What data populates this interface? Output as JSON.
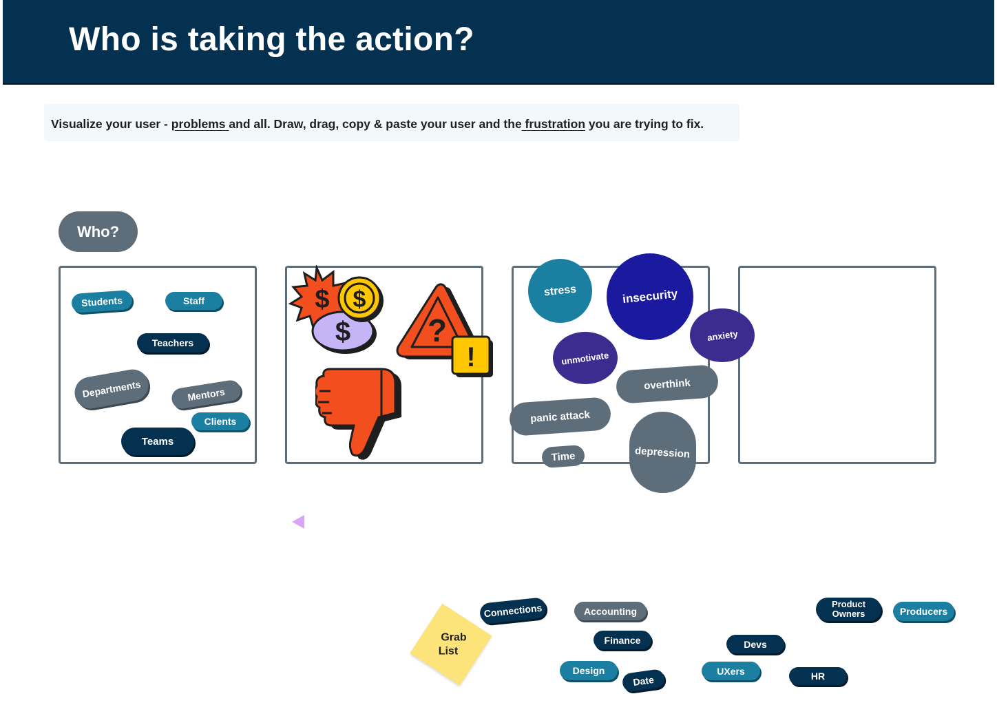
{
  "header": {
    "title": "Who is taking the action?"
  },
  "instructions": {
    "part1": "Visualize your user - ",
    "link1": " problems ",
    "part2": "and all. Draw, drag, copy & paste your user and the",
    "link2": " frustration",
    "part3": " you are trying to fix."
  },
  "who_label": "Who?",
  "frame1_tags": {
    "students": "Students",
    "staff": "Staff",
    "teachers": "Teachers",
    "departments": "Departments",
    "mentors": "Mentors",
    "clients": "Clients",
    "teams": "Teams"
  },
  "frame2": {
    "stickers": [
      "money-icon",
      "warning-icon",
      "thumbs-down-icon"
    ],
    "dollar": "$",
    "question": "?",
    "exclaim": "!"
  },
  "frame3_feelings": {
    "stress": "stress",
    "insecurity": "insecurity",
    "anxiety": "anxiety",
    "unmotivate": "unmotivate",
    "overthink": "overthink",
    "panic_attack": "panic attack",
    "time": "Time",
    "depression": "depression"
  },
  "grab_list": {
    "line1": "Grab",
    "line2": "List"
  },
  "grab_tags": {
    "connections": "Connections",
    "accounting": "Accounting",
    "finance": "Finance",
    "design": "Design",
    "date": "Date",
    "devs": "Devs",
    "uxers": "UXers",
    "hr": "HR",
    "product_owners_1": "Product",
    "product_owners_2": "Owners",
    "producers": "Producers"
  },
  "colors": {
    "header_bg": "#03314f",
    "teal": "#1a7fa0",
    "navy": "#03314f",
    "grey": "#5d6d7a",
    "sticky": "#fde47a",
    "cursor": "#d8a6f5"
  }
}
